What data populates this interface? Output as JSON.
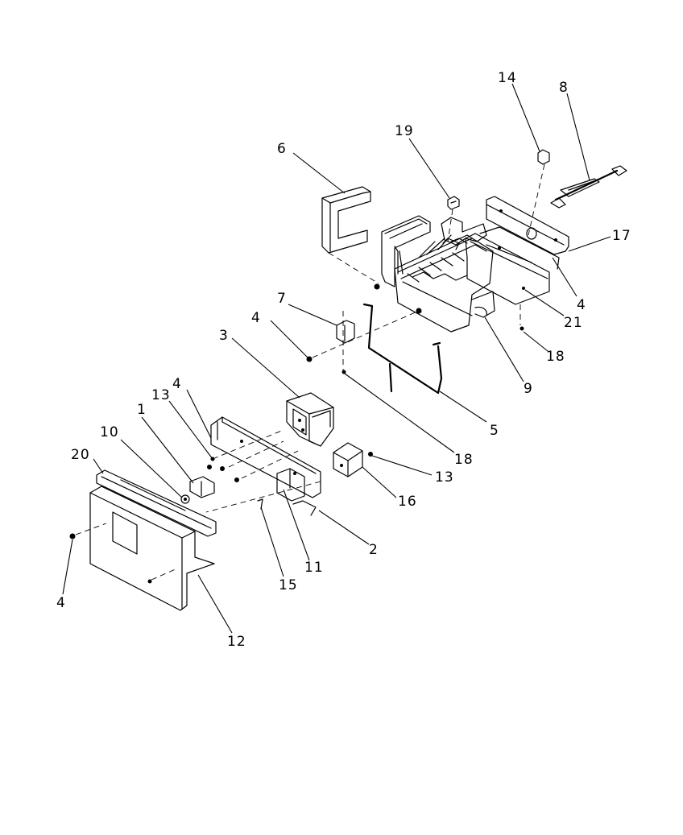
{
  "callouts": [
    {
      "id": "c14",
      "text": "14"
    },
    {
      "id": "c8",
      "text": "8"
    },
    {
      "id": "c19",
      "text": "19"
    },
    {
      "id": "c6",
      "text": "6"
    },
    {
      "id": "c17",
      "text": "17"
    },
    {
      "id": "c4a",
      "text": "4"
    },
    {
      "id": "c21",
      "text": "21"
    },
    {
      "id": "c7",
      "text": "7"
    },
    {
      "id": "c4b",
      "text": "4"
    },
    {
      "id": "c18a",
      "text": "18"
    },
    {
      "id": "c3",
      "text": "3"
    },
    {
      "id": "c9",
      "text": "9"
    },
    {
      "id": "c4c",
      "text": "4"
    },
    {
      "id": "c13a",
      "text": "13"
    },
    {
      "id": "c5",
      "text": "5"
    },
    {
      "id": "c10",
      "text": "10"
    },
    {
      "id": "c1",
      "text": "1"
    },
    {
      "id": "c20",
      "text": "20"
    },
    {
      "id": "c18b",
      "text": "18"
    },
    {
      "id": "c13b",
      "text": "13"
    },
    {
      "id": "c16",
      "text": "16"
    },
    {
      "id": "c2",
      "text": "2"
    },
    {
      "id": "c11",
      "text": "11"
    },
    {
      "id": "c15",
      "text": "15"
    },
    {
      "id": "c4d",
      "text": "4"
    },
    {
      "id": "c12",
      "text": "12"
    }
  ]
}
